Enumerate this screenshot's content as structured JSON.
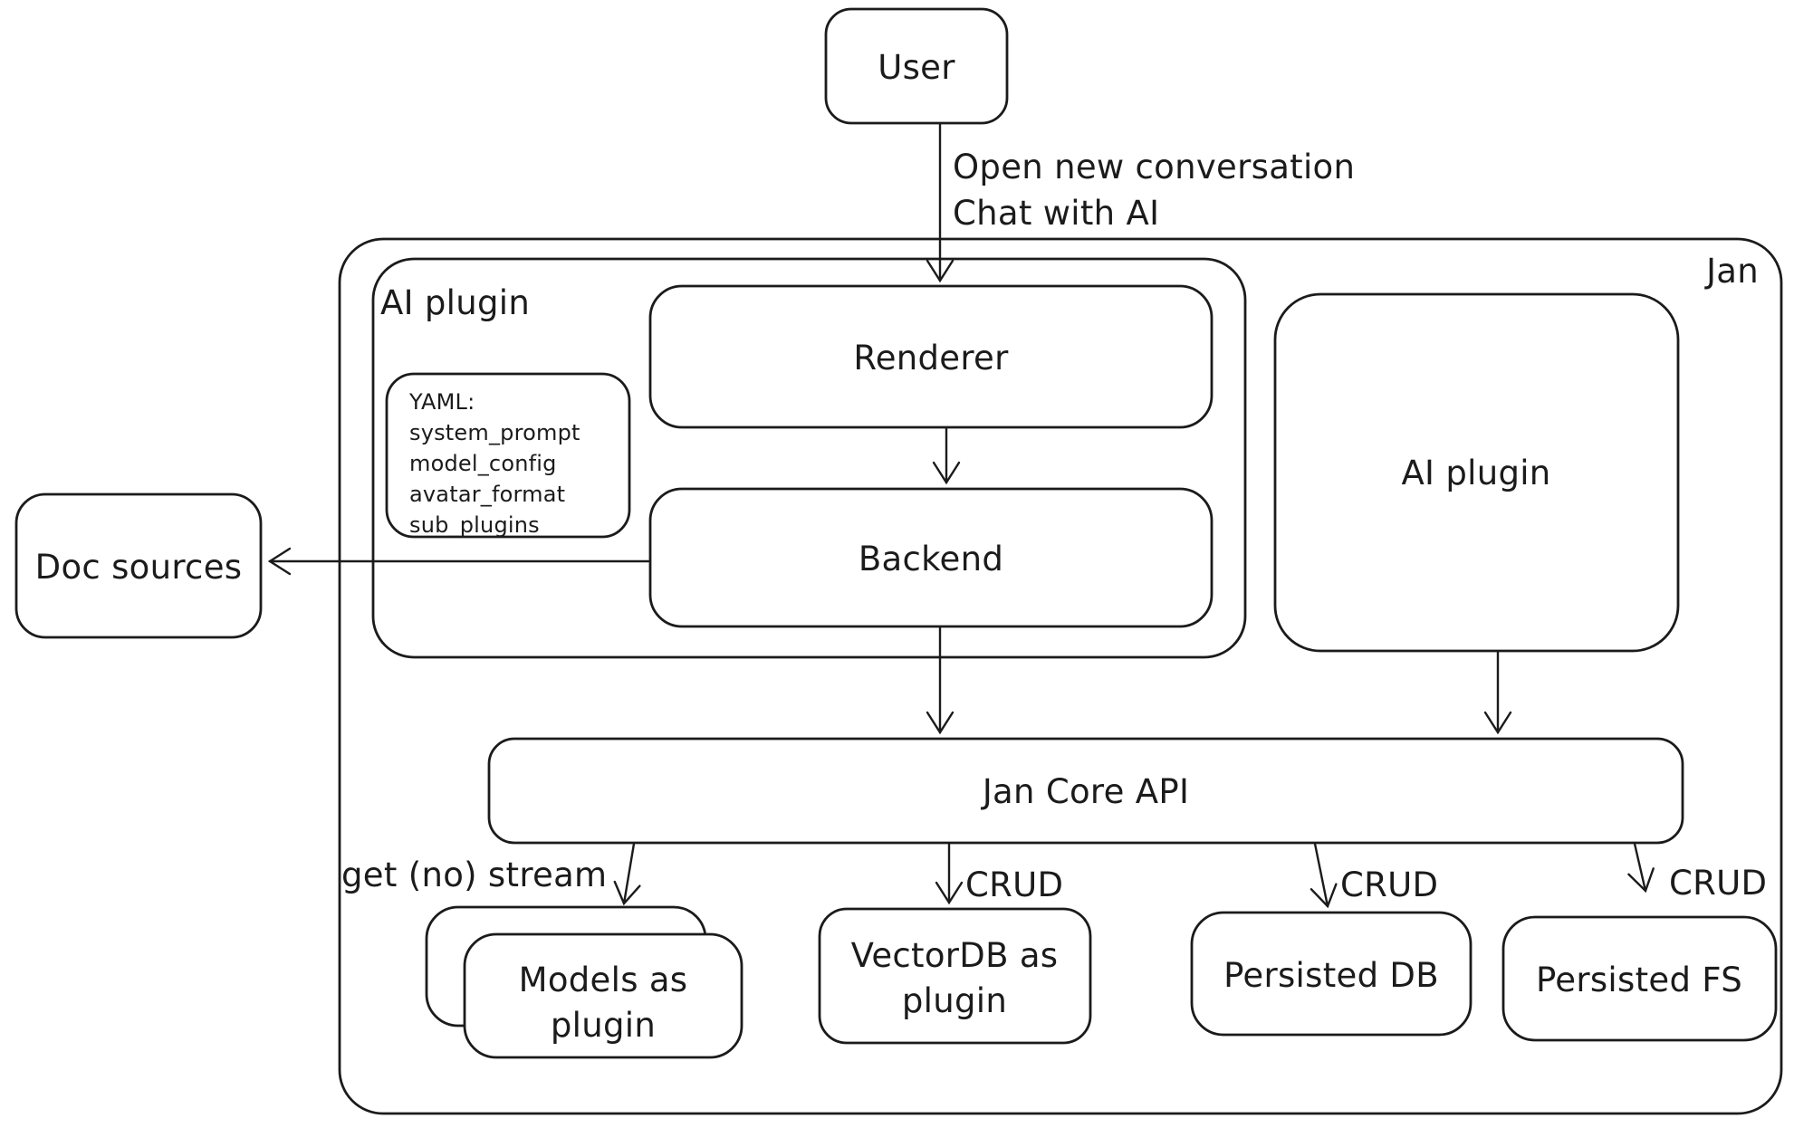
{
  "diagram": {
    "colors": {
      "stroke": "#1b1b1b",
      "background": "#ffffff"
    },
    "container_label": "Jan",
    "nodes": {
      "user": {
        "label": "User"
      },
      "ai_plugin_left": {
        "label": "AI plugin"
      },
      "yaml_note": {
        "lines": [
          "YAML:",
          "system_prompt",
          "model_config",
          "avatar_format",
          "sub_plugins"
        ]
      },
      "renderer": {
        "label": "Renderer"
      },
      "backend": {
        "label": "Backend"
      },
      "doc_sources": {
        "label": "Doc sources"
      },
      "ai_plugin_right": {
        "label": "AI plugin"
      },
      "jan_core_api": {
        "label": "Jan Core API"
      },
      "models_as_plugin": {
        "lines": [
          "Models as",
          "plugin"
        ]
      },
      "vectordb_as_plugin": {
        "lines": [
          "VectorDB as",
          "plugin"
        ]
      },
      "persisted_db": {
        "label": "Persisted DB"
      },
      "persisted_fs": {
        "label": "Persisted FS"
      }
    },
    "edges": {
      "user_to_renderer": {
        "lines": [
          "Open new conversation",
          "Chat with AI"
        ]
      },
      "jan_core_to_models": {
        "label": "get (no) stream"
      },
      "jan_core_to_vectordb": {
        "label": "CRUD"
      },
      "jan_core_to_persisted_db": {
        "label": "CRUD"
      },
      "jan_core_to_persisted_fs": {
        "label": "CRUD"
      }
    }
  }
}
